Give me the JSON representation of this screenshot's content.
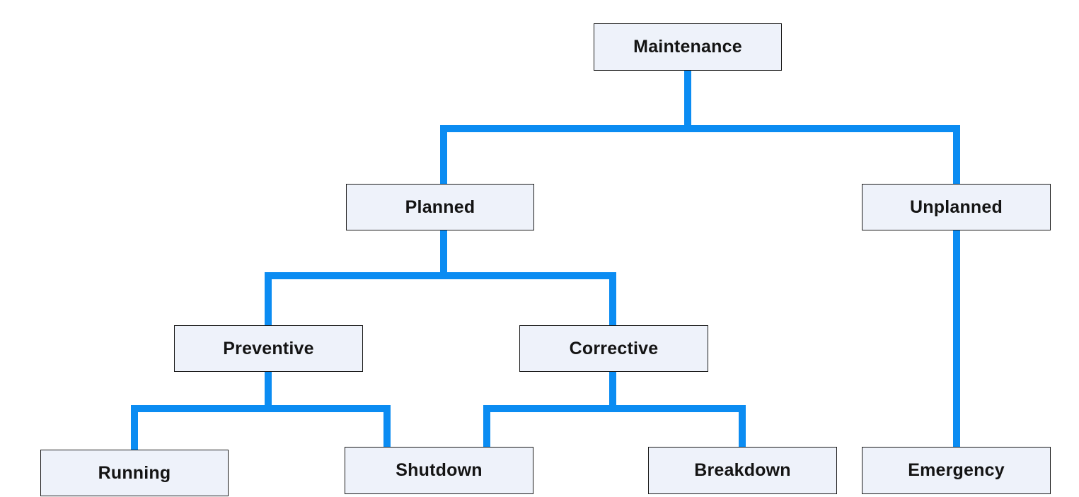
{
  "colors": {
    "connector": "#0B8CF2",
    "node_fill": "#EEF2FA",
    "node_border": "#1A1A1A",
    "text": "#141414"
  },
  "nodes": {
    "maintenance": "Maintenance",
    "planned": "Planned",
    "unplanned": "Unplanned",
    "preventive": "Preventive",
    "corrective": "Corrective",
    "running": "Running",
    "shutdown": "Shutdown",
    "breakdown": "Breakdown",
    "emergency": "Emergency"
  },
  "edges": [
    {
      "from": "maintenance",
      "to": "planned"
    },
    {
      "from": "maintenance",
      "to": "unplanned"
    },
    {
      "from": "planned",
      "to": "preventive"
    },
    {
      "from": "planned",
      "to": "corrective"
    },
    {
      "from": "preventive",
      "to": "running"
    },
    {
      "from": "preventive",
      "to": "shutdown"
    },
    {
      "from": "corrective",
      "to": "shutdown"
    },
    {
      "from": "corrective",
      "to": "breakdown"
    },
    {
      "from": "unplanned",
      "to": "emergency"
    }
  ]
}
